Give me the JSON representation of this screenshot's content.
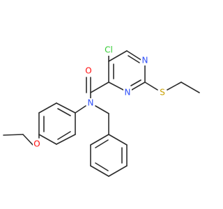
{
  "molecule": {
    "atoms": {
      "cl": {
        "symbol": "Cl",
        "color": "#33cc33"
      },
      "n_ring_top": {
        "symbol": "N",
        "color": "#3050f8"
      },
      "n_ring_bottom": {
        "symbol": "N",
        "color": "#3050f8"
      },
      "s": {
        "symbol": "S",
        "color": "#c8a000"
      },
      "o_carbonyl": {
        "symbol": "O",
        "color": "#ff0d0d"
      },
      "n_amide": {
        "symbol": "N",
        "color": "#3050f8"
      },
      "o_ether": {
        "symbol": "O",
        "color": "#ff0d0d"
      }
    },
    "bond_color": "#2b2b2b"
  }
}
